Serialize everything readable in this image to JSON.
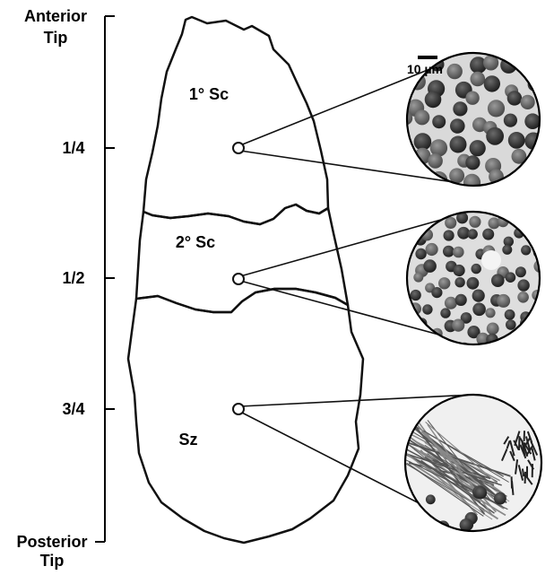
{
  "axis": {
    "top_label_line1": "Anterior",
    "top_label_line2": "Tip",
    "bottom_label_line1": "Posterior",
    "bottom_label_line2": "Tip",
    "ticks": [
      "1/4",
      "1/2",
      "3/4"
    ]
  },
  "regions": {
    "primary": "1° Sc",
    "secondary": "2° Sc",
    "spermatozoa": "Sz"
  },
  "scale_bar": "10 µm",
  "colors": {
    "line": "#111111",
    "background": "#ffffff"
  }
}
